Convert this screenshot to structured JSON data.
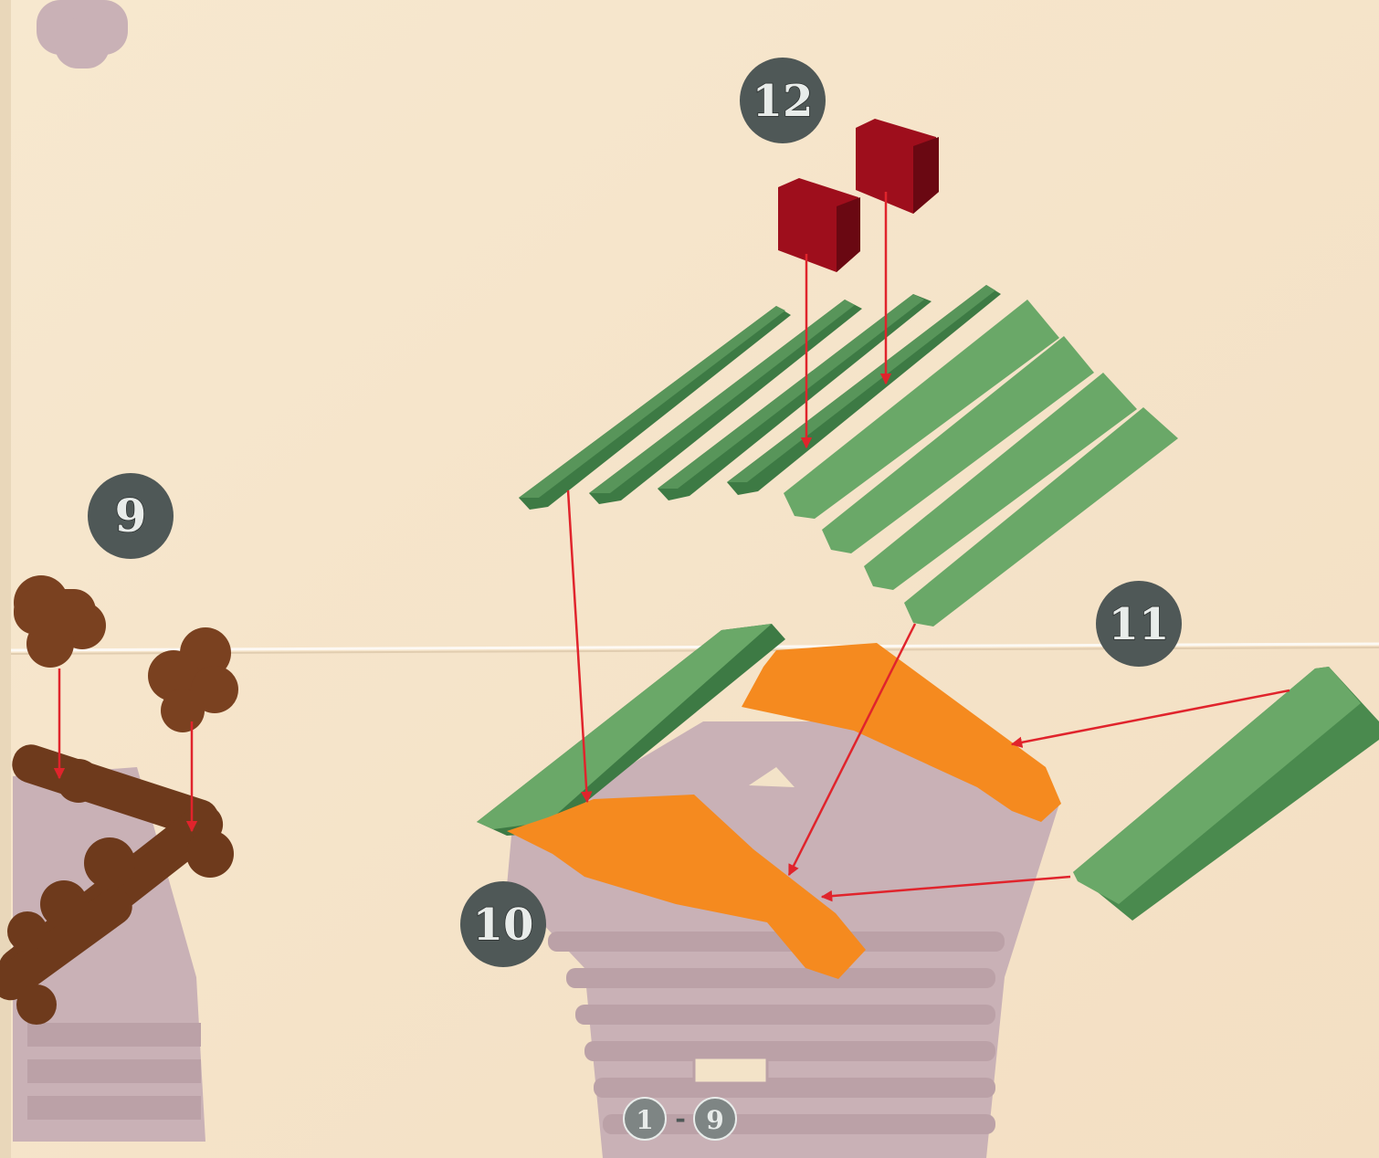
{
  "steps": {
    "nine": "9",
    "ten": "10",
    "eleven": "11",
    "twelve": "12"
  },
  "page_indicator": {
    "left": "1",
    "separator": "-",
    "right": "9"
  },
  "colors": {
    "paper": "#f6e6cc",
    "badge": "#4f5857",
    "ghost_cabin": "#c9b1b6",
    "dark_log": "#6e3a1c",
    "orange_gable": "#f58a1f",
    "roof_dark": "#3d7a44",
    "roof_light": "#6aa868",
    "chimney": "#9e0e1c",
    "arrow": "#e0242c"
  }
}
